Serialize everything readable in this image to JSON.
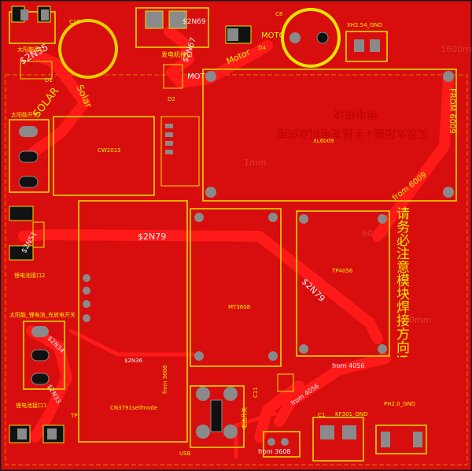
{
  "colors": {
    "copper": "#D80D0D",
    "outline": "#E6E600",
    "trace": "#FF1A1A",
    "pad": "#8A8A8A",
    "silkscreen": "#F0F000",
    "board_edge": "#1A1A1A",
    "dim_text": "#E07070"
  },
  "components": {
    "c10": "C10",
    "c8": "C8",
    "d1": "D1",
    "d2": "D2",
    "d4": "D4",
    "c11": "C11",
    "c1": "C1",
    "tp": "TP",
    "xh_header": "XH2.54_GND",
    "ph_header": "PH2.0_GND",
    "kf_header": "KF301_GND",
    "cw2015": "CW2015",
    "xl6009": "XL6009",
    "mt3608": "MT3608",
    "tp4056": "TP4056",
    "cn3791": "CN3791selfmode",
    "usb": "USB",
    "solar_port": "太阳能接口",
    "gen_port": "发电机接口",
    "solar_switch": "太阳能开关",
    "battery_port2": "锂电池接口2",
    "solar_discharge": "太阳能_锂电池_充放电开关",
    "battery_port1": "锂电池接口1",
    "battery_switch": "电池开关"
  },
  "traces": {
    "n2n35": "$2N35",
    "n2n69": "$2N69",
    "n2n67": "$2N67",
    "n2n79": "$2N79",
    "n2n79b": "$2N79",
    "n2n36": "$2N36",
    "n2n34": "$2N34",
    "n2n33": "$2N33",
    "n2n51": "$2N51",
    "solar": "Solar",
    "solar_caps": "SOLAR",
    "motor": "Motor",
    "motor_caps": "MOTOR",
    "motor_short": "MOT",
    "from_6009": "FROM 6009",
    "from_6009b": "from 6009",
    "from_4056": "from 4056",
    "from_4056b": "from 4056",
    "from_3608": "from 3608",
    "from_3608b": "from 3608"
  },
  "notes": {
    "power_module_title": "供电模块",
    "power_module_desc": "实现太阳能+手摇发电机双供电",
    "warning": "请务必注意模块焊接方向!"
  }
}
